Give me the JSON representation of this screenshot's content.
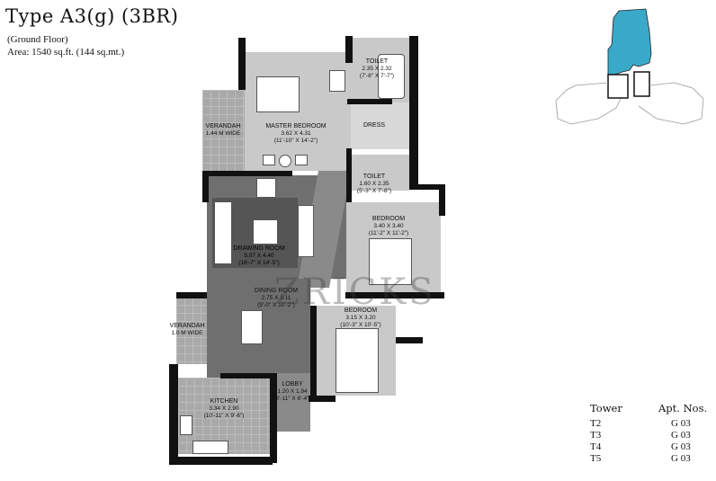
{
  "header": {
    "title": "Type A3(g) (3BR)",
    "floor": "(Ground Floor)",
    "area": "Area: 1540 sq.ft. (144 sq.mt.)"
  },
  "rooms": [
    {
      "name": "TOILET",
      "dims": "2.35 X 2.32",
      "imperial": "(7'-8\" X 7'-7\")"
    },
    {
      "name": "MASTER BEDROOM",
      "dims": "3.62 X 4.31",
      "imperial": "(11'-10\" X 14'-2\")"
    },
    {
      "name": "DRESS"
    },
    {
      "name": "VERANDAH",
      "dims": "1.44 M WIDE"
    },
    {
      "name": "TOILET",
      "dims": "1.60 X 2.35",
      "imperial": "(5'-3\" X 7'-8\")"
    },
    {
      "name": "DRAWING ROOM",
      "dims": "5.07 X 4.40",
      "imperial": "(16'-7\" X 14'-5\")"
    },
    {
      "name": "BEDROOM",
      "dims": "3.40 X 3.40",
      "imperial": "(11'-2\" X 11'-2\")"
    },
    {
      "name": "DINING ROOM",
      "dims": "2.75 X 3.11",
      "imperial": "(9'-0\" X 10'-2\")"
    },
    {
      "name": "BEDROOM",
      "dims": "3.15 X 3.20",
      "imperial": "(10'-3\" X 10'-5\")"
    },
    {
      "name": "VERANDAH",
      "dims": "1.0 M WIDE"
    },
    {
      "name": "KITCHEN",
      "dims": "3.34 X 2.90",
      "imperial": "(10'-11\" X 9'-6\")"
    },
    {
      "name": "LOBBY",
      "dims": "1.20 X 1.94",
      "imperial": "(3'-11\" X 6'-4\")"
    }
  ],
  "watermark": "ZRICKS",
  "key_plan": {
    "highlight_color": "#3aa9c9"
  },
  "towers": {
    "headers": [
      "Tower",
      "Apt. Nos."
    ],
    "rows": [
      [
        "T2",
        "G 03"
      ],
      [
        "T3",
        "G 03"
      ],
      [
        "T4",
        "G 03"
      ],
      [
        "T5",
        "G 03"
      ]
    ]
  }
}
